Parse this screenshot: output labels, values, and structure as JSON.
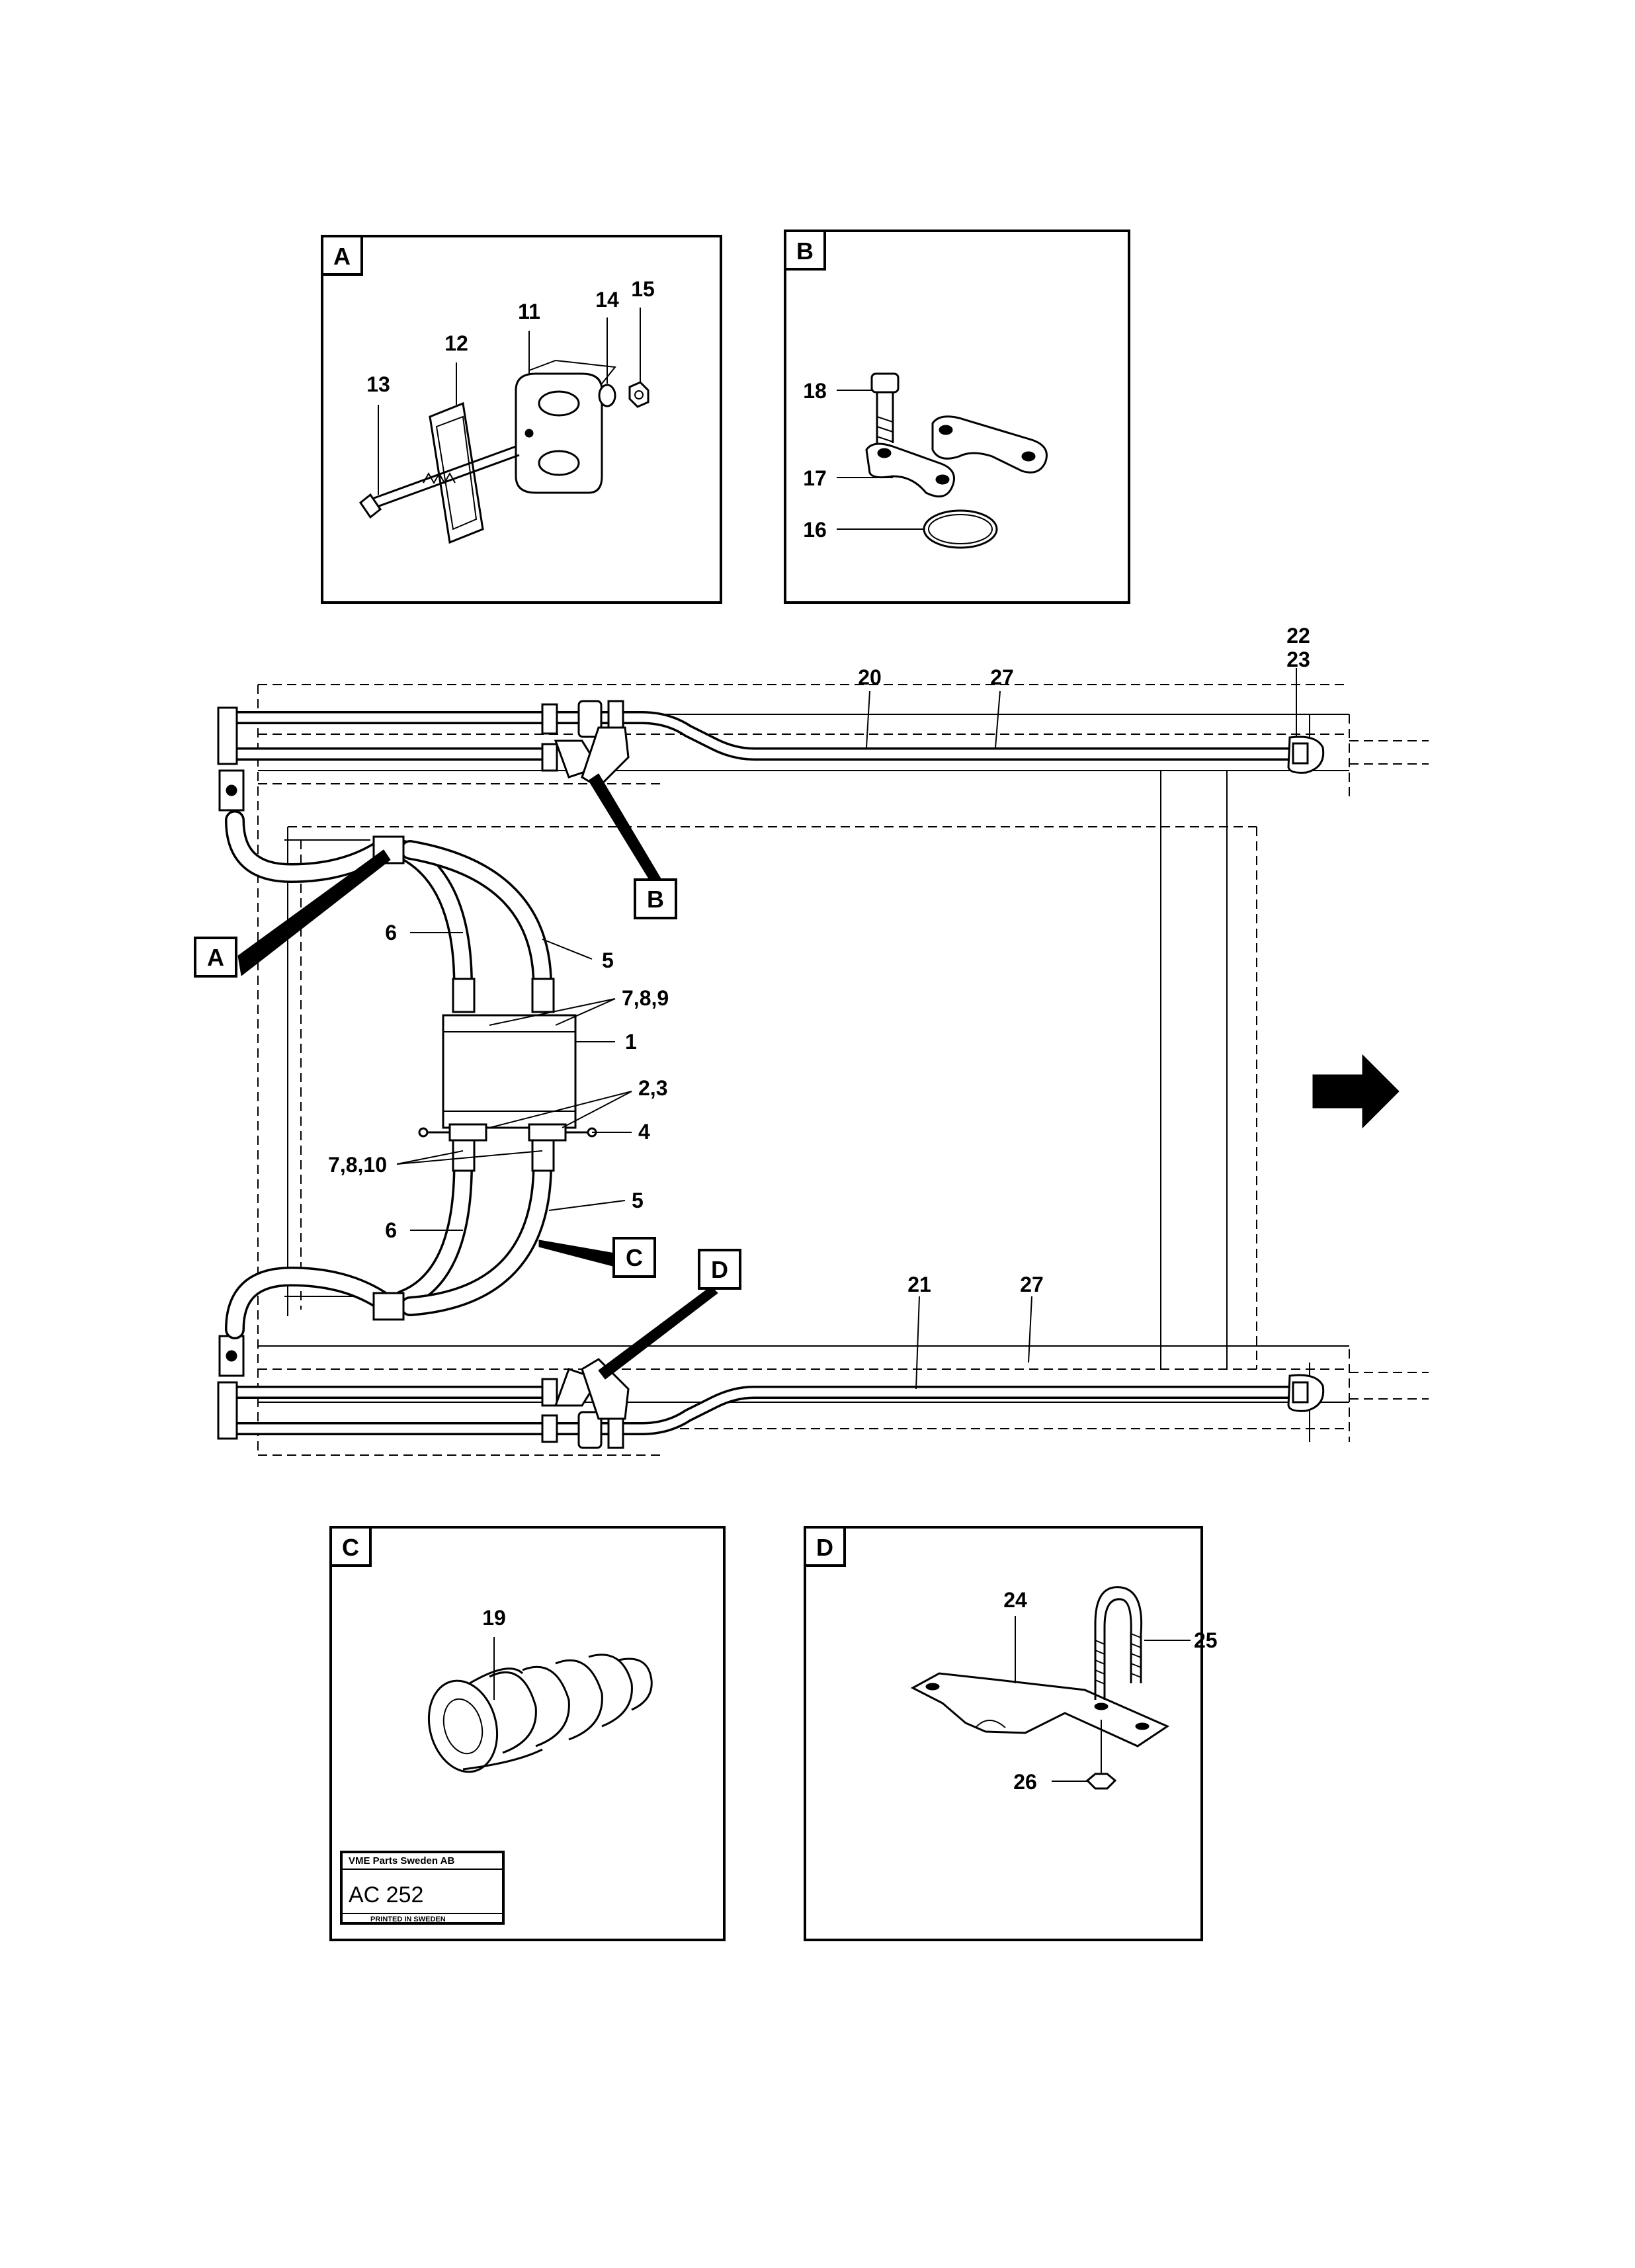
{
  "details": {
    "A": {
      "letter": "A",
      "parts": [
        "11",
        "12",
        "13",
        "14",
        "15"
      ]
    },
    "B": {
      "letter": "B",
      "parts": [
        "16",
        "17",
        "18"
      ]
    },
    "C": {
      "letter": "C",
      "parts": [
        "19"
      ]
    },
    "D": {
      "letter": "D",
      "parts": [
        "24",
        "25",
        "26"
      ]
    }
  },
  "callouts": {
    "p1": "1",
    "p2_3": "2,3",
    "p4": "4",
    "p5_top": "5",
    "p5_bottom": "5",
    "p6_top": "6",
    "p6_bottom": "6",
    "p7_8_9": "7,8,9",
    "p7_8_10": "7,8,10",
    "p20": "20",
    "p21": "21",
    "p22": "22",
    "p23": "23",
    "p27_top": "27",
    "p27_bottom": "27"
  },
  "stamp": {
    "company": "VME Parts Sweden AB",
    "code": "AC 252",
    "printed": "PRINTED IN SWEDEN"
  },
  "direction_icon": "arrow-right-icon"
}
